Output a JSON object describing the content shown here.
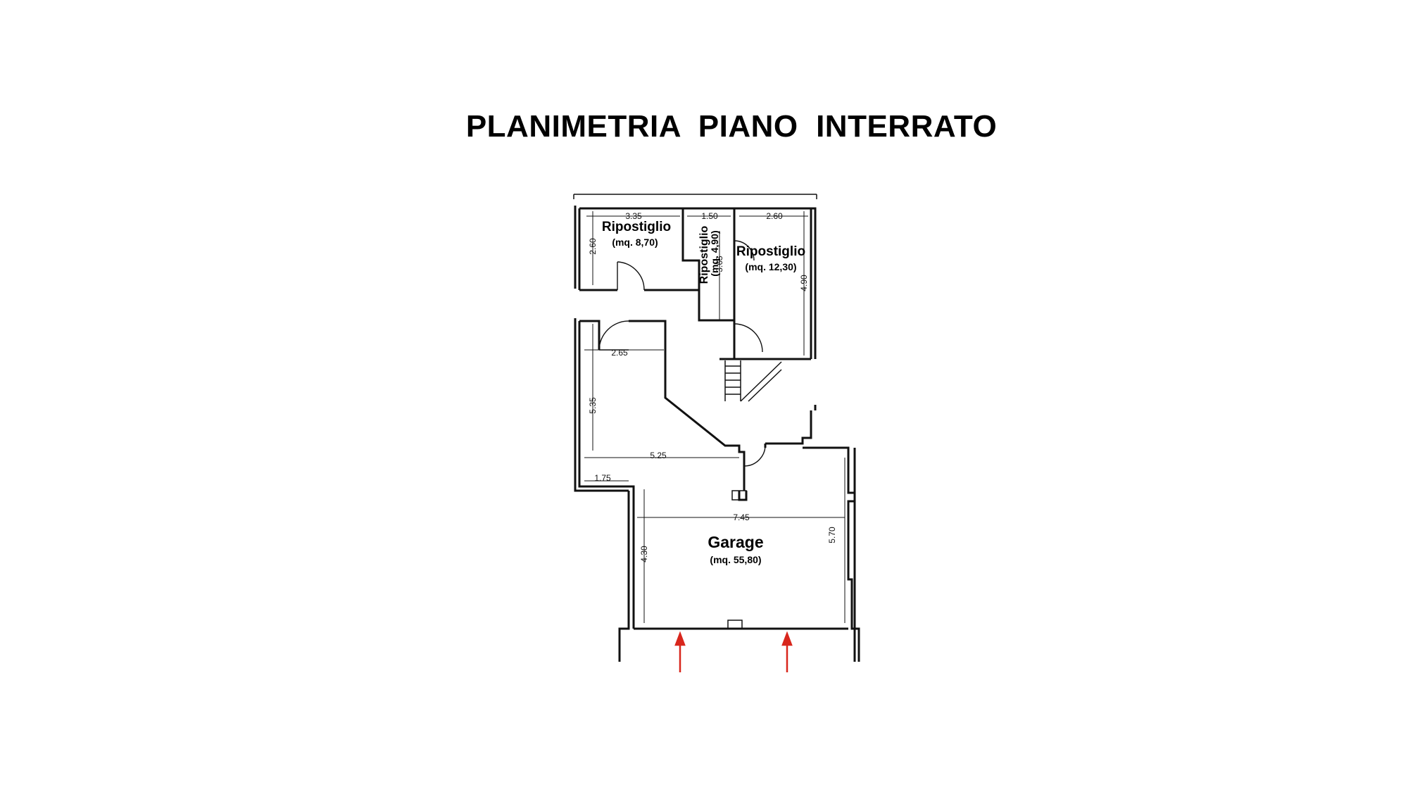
{
  "title": "PLANIMETRIA  PIANO  INTERRATO",
  "rooms": {
    "ripostiglio_1": {
      "name": "Ripostiglio",
      "area": "(mq. 8,70)"
    },
    "ripostiglio_2": {
      "name": "Ripostiglio",
      "area": "(mq. 4,90)"
    },
    "ripostiglio_3": {
      "name": "Ripostiglio",
      "area": "(mq. 12,30)"
    },
    "garage": {
      "name": "Garage",
      "area": "(mq. 55,80)"
    }
  },
  "dimensions": {
    "r1_width": "3.35",
    "r1_height": "2.60",
    "r2_width": "1.50",
    "r2_height": "3.65",
    "r3_width": "2.60",
    "r3_height": "4.90",
    "hall_top_width": "2.65",
    "hall_height": "5.35",
    "hall_width": "5.25",
    "hall_step_width": "1.75",
    "garage_width": "7.45",
    "garage_height_left": "4.30",
    "garage_height_right": "5.70"
  },
  "colors": {
    "walls": "#111111",
    "entrance_arrows": "#d8261c"
  }
}
